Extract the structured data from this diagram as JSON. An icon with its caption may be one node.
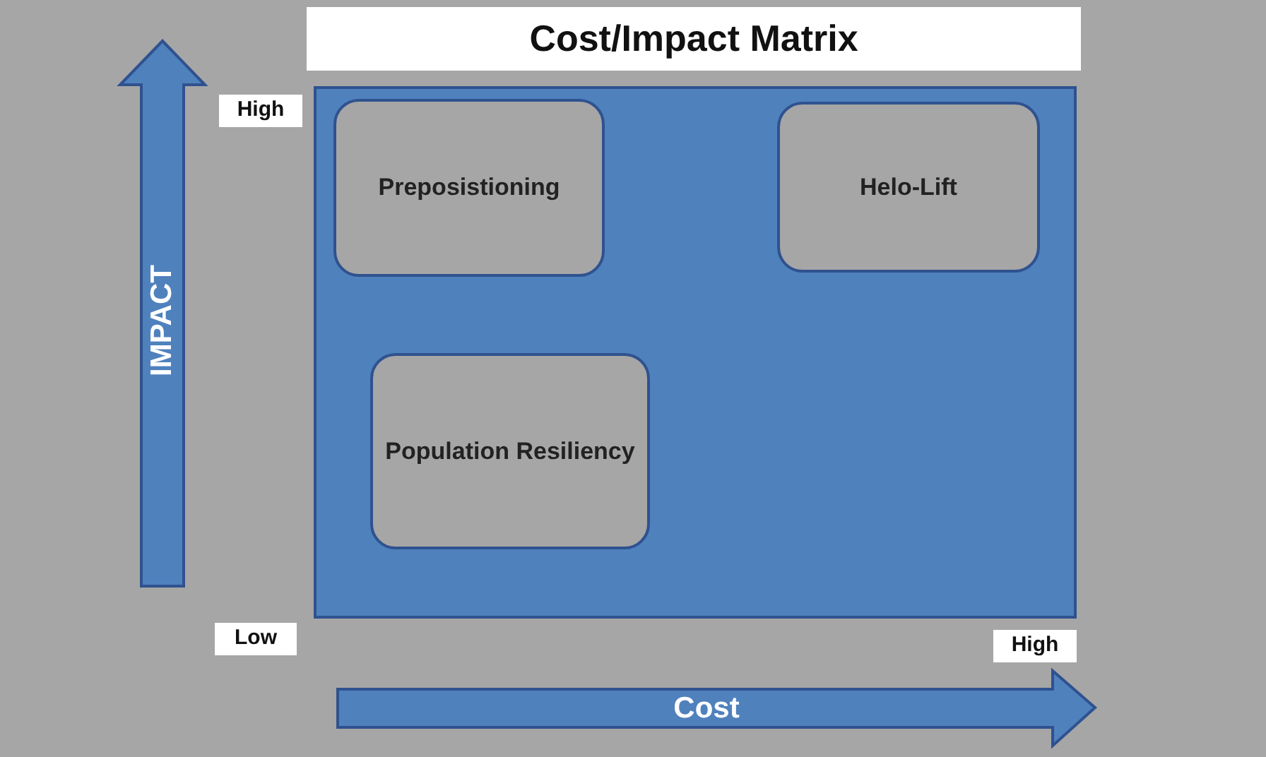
{
  "diagram": {
    "title": "Cost/Impact Matrix",
    "nodes": [
      {
        "text": [],
        "shape": "box"
      },
      {
        "text": [
          "Preposistioning"
        ],
        "in": 0
      },
      {
        "text": [
          "Helo-Lift"
        ],
        "in": 0
      },
      {
        "text": [
          "Population Resiliency"
        ],
        "in": 0
      }
    ],
    "edges": [],
    "labels": [
      "High",
      "IMPACT",
      "Low",
      "High",
      "Cost"
    ]
  }
}
